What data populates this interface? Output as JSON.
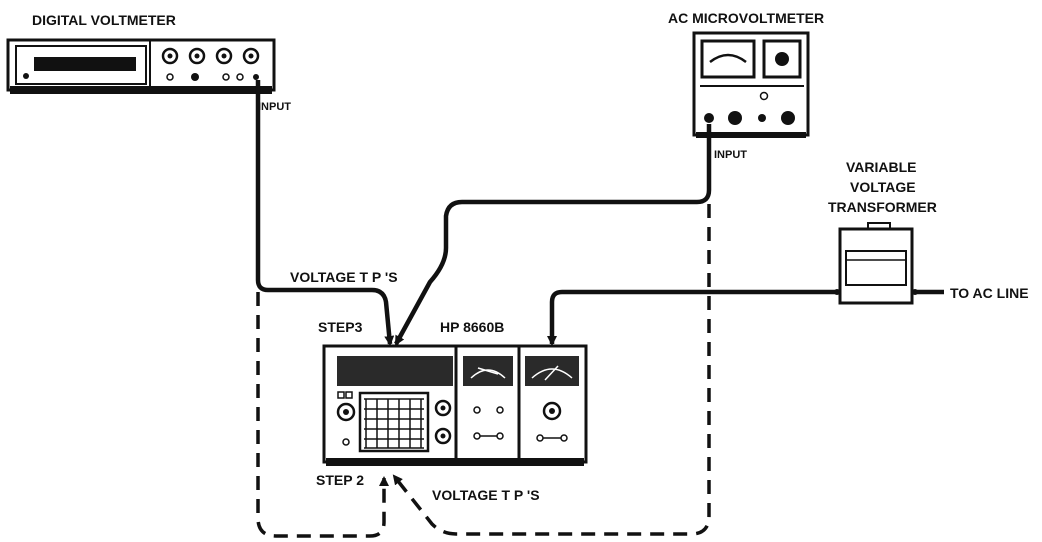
{
  "labels": {
    "digital_voltmeter": "DIGITAL VOLTMETER",
    "dvm_input": "INPUT",
    "ac_microvoltmeter": "AC MICROVOLTMETER",
    "acm_input": "INPUT",
    "variable_voltage_line1": "VARIABLE",
    "variable_voltage_line2": "VOLTAGE",
    "variable_voltage_line3": "TRANSFORMER",
    "to_ac_line": "TO AC LINE",
    "voltage_tps_upper": "VOLTAGE T P 'S",
    "voltage_tps_lower": "VOLTAGE T P 'S",
    "step3": "STEP3",
    "step2": "STEP 2",
    "hp_model": "HP 8660B"
  },
  "colors": {
    "ink": "#111111",
    "paper": "#ffffff",
    "panel": "#2a2a2a"
  }
}
